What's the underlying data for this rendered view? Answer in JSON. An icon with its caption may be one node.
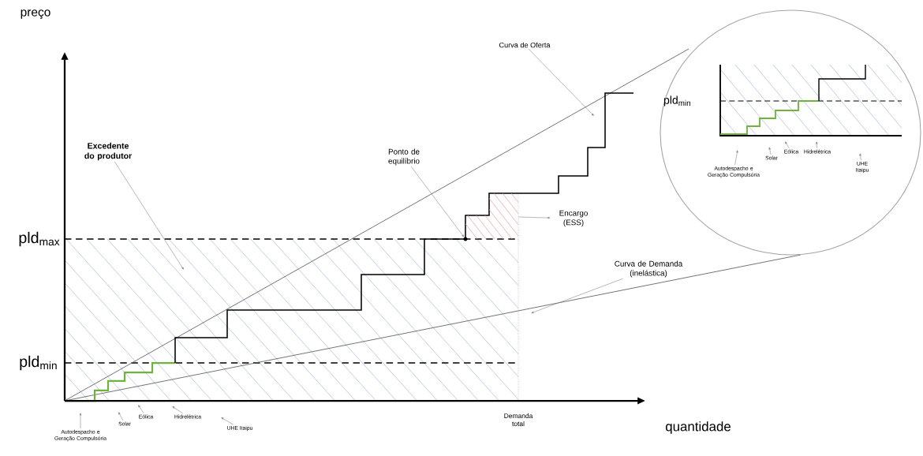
{
  "diagram": {
    "nodes": [
      {
        "text": [
          "Curva de Oferta"
        ]
      },
      {
        "text": [
          "Excedente do produtor"
        ]
      },
      {
        "text": [
          "Ponto de equilíbrio"
        ]
      },
      {
        "text": [],
        "shape": "circle"
      },
      {
        "text": [
          "Encargo (ESS)"
        ]
      },
      {
        "text": [
          "Curva de Demanda (inelástica)"
        ]
      },
      {
        "text": [
          "Autodespacho e Geração Compulsória"
        ]
      },
      {
        "text": [
          "Solar"
        ]
      },
      {
        "text": [
          "Eólica"
        ]
      },
      {
        "text": [
          "Hidrelétrica"
        ]
      },
      {
        "text": [
          "UHE Itaipu"
        ]
      },
      {
        "text": [],
        "shape": "circle"
      },
      {
        "text": [
          "Autodespacho e Geração Compulsória"
        ],
        "in": 11
      },
      {
        "text": [
          "Solar"
        ],
        "in": 11
      },
      {
        "text": [
          "Eólica"
        ],
        "in": 11
      },
      {
        "text": [
          "Hidrelétrica"
        ],
        "in": 11
      },
      {
        "text": [
          "UHE Itaipu"
        ],
        "in": 11
      },
      {
        "text": [],
        "shape": "box"
      }
    ],
    "edges": [
      {
        "from": 0,
        "to": null,
        "arrow": "to"
      },
      {
        "from": 1,
        "to": null,
        "arrow": "to"
      },
      {
        "from": 2,
        "to": 3,
        "arrow": "to"
      },
      {
        "from": 17,
        "to": 4,
        "arrow": "to"
      },
      {
        "from": 5,
        "to": null,
        "arrow": "to"
      },
      {
        "from": 6,
        "to": null,
        "arrow": "to"
      },
      {
        "from": 7,
        "to": null,
        "arrow": "to"
      },
      {
        "from": 8,
        "to": null,
        "arrow": "to"
      },
      {
        "from": 9,
        "to": null,
        "arrow": "to"
      },
      {
        "from": 10,
        "to": null,
        "arrow": "to"
      },
      {
        "from": 12,
        "to": null,
        "arrow": "to"
      },
      {
        "from": 13,
        "to": null,
        "arrow": "to"
      },
      {
        "from": 14,
        "to": null,
        "arrow": "to"
      },
      {
        "from": 15,
        "to": null,
        "arrow": "to"
      },
      {
        "from": 16,
        "to": null,
        "arrow": "to"
      }
    ],
    "labels": [
      "preço",
      "pld$_{max}$",
      "pld$_{min}$",
      "Demanda total",
      "quantidade",
      "pld$_{min}$"
    ]
  }
}
